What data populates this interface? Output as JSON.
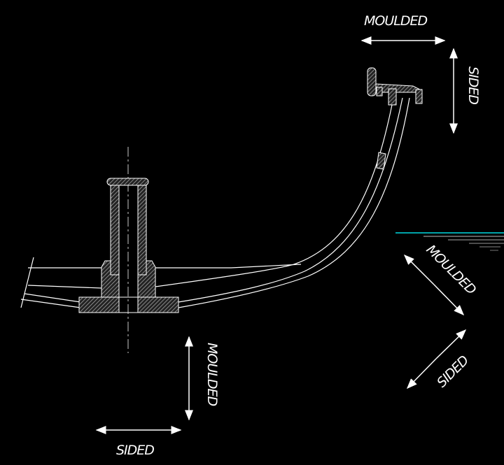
{
  "labels": {
    "top_moulded": "MOULDED",
    "right_sided": "SIDED",
    "diag_moulded": "MOULDED",
    "diag_sided": "SIDED",
    "bottom_moulded": "MOULDED",
    "bottom_sided": "SIDED"
  },
  "colors": {
    "background": "#000000",
    "lines": "#ffffff",
    "waterline": "#00d8e0",
    "centerline": "#c8c8c8"
  }
}
